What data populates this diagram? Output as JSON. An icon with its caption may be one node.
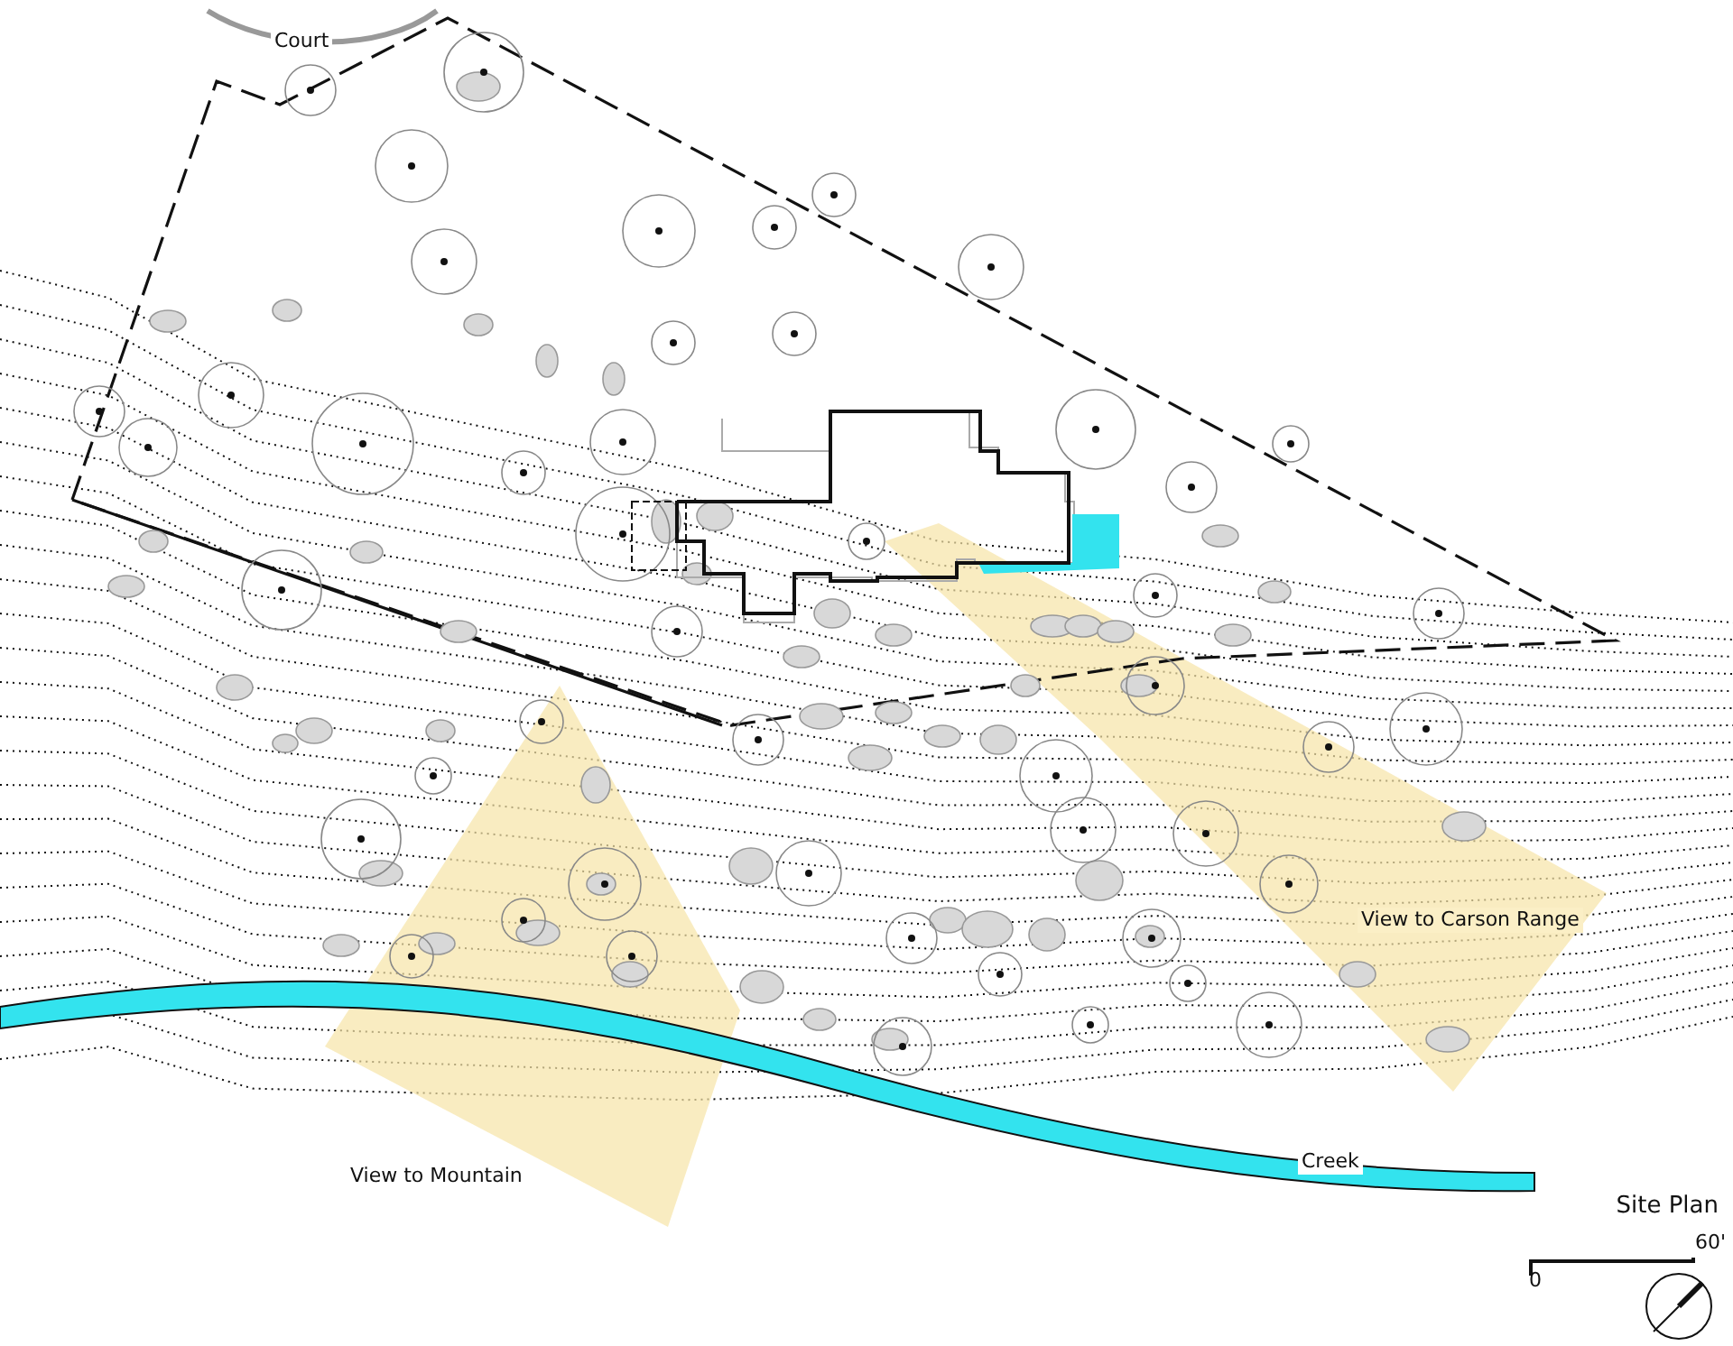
{
  "diagram": {
    "title": "Site Plan",
    "labels": [
      "Court",
      "View to Carson Range",
      "View to Mountain",
      "Creek",
      "60'",
      "0"
    ]
  }
}
